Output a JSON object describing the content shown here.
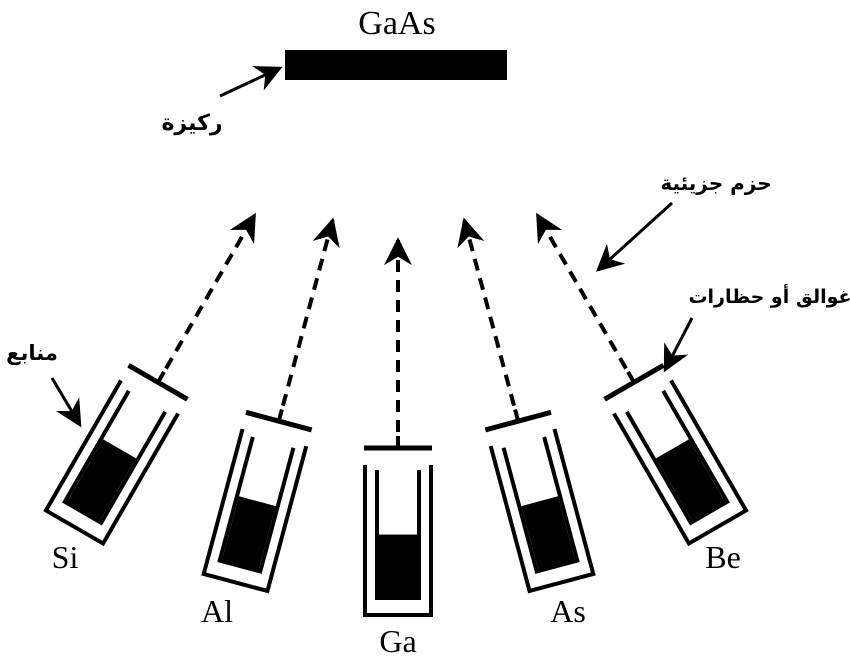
{
  "substrate": {
    "material_label": "GaAs",
    "substrate_label": "ركيزة"
  },
  "labels": {
    "molecular_beams": "حزم جزيئية",
    "shutters": "غوالق أو حظارات",
    "sources": "منابع"
  },
  "sources": [
    {
      "label": "Si",
      "fill_fraction": 0.6
    },
    {
      "label": "Al",
      "fill_fraction": 0.55
    },
    {
      "label": "Ga",
      "fill_fraction": 0.52
    },
    {
      "label": "As",
      "fill_fraction": 0.55
    },
    {
      "label": "Be",
      "fill_fraction": 0.6
    }
  ],
  "colors": {
    "ink": "#000000",
    "background": "#ffffff"
  }
}
